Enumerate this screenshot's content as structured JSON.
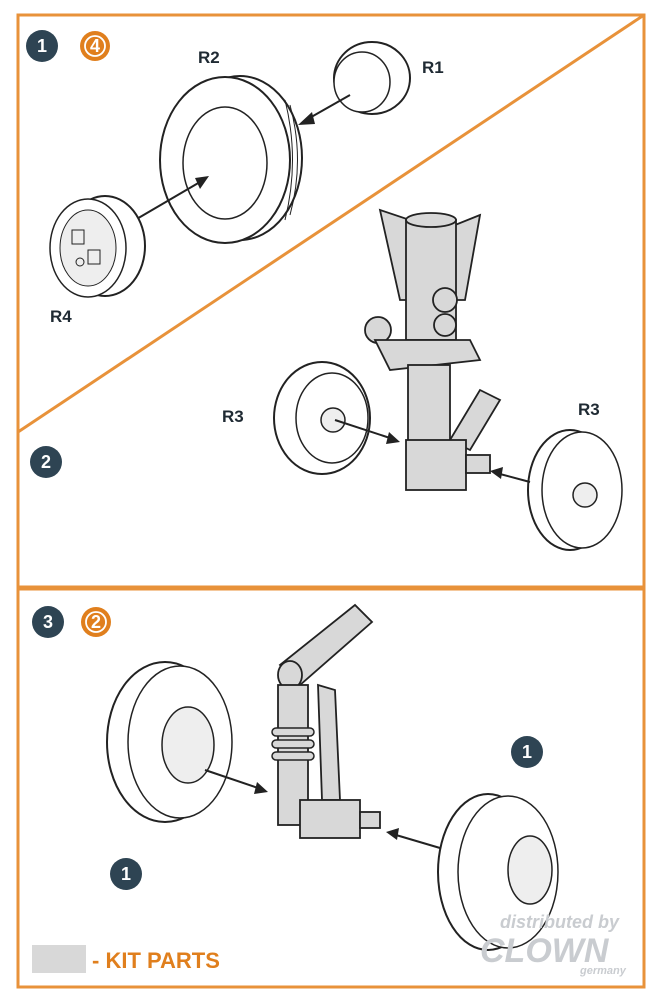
{
  "colors": {
    "border": "#e8923a",
    "step_badge": "#2e4453",
    "ref_badge": "#e07f1d",
    "kit_part": "#d8d8d8",
    "outline": "#222222"
  },
  "step1": {
    "number": "1",
    "ref": "4"
  },
  "step2": {
    "number": "2"
  },
  "step3": {
    "number": "3",
    "ref": "2"
  },
  "parts": {
    "r1": "R1",
    "r2": "R2",
    "r3_left": "R3",
    "r3_right": "R3",
    "r4": "R4"
  },
  "step1_refs": {
    "left": "1",
    "right": "1"
  },
  "legend": {
    "text": "- KIT PARTS"
  },
  "watermark": {
    "line1": "distributed by",
    "line2": "CLOWN",
    "line3": "germany"
  }
}
